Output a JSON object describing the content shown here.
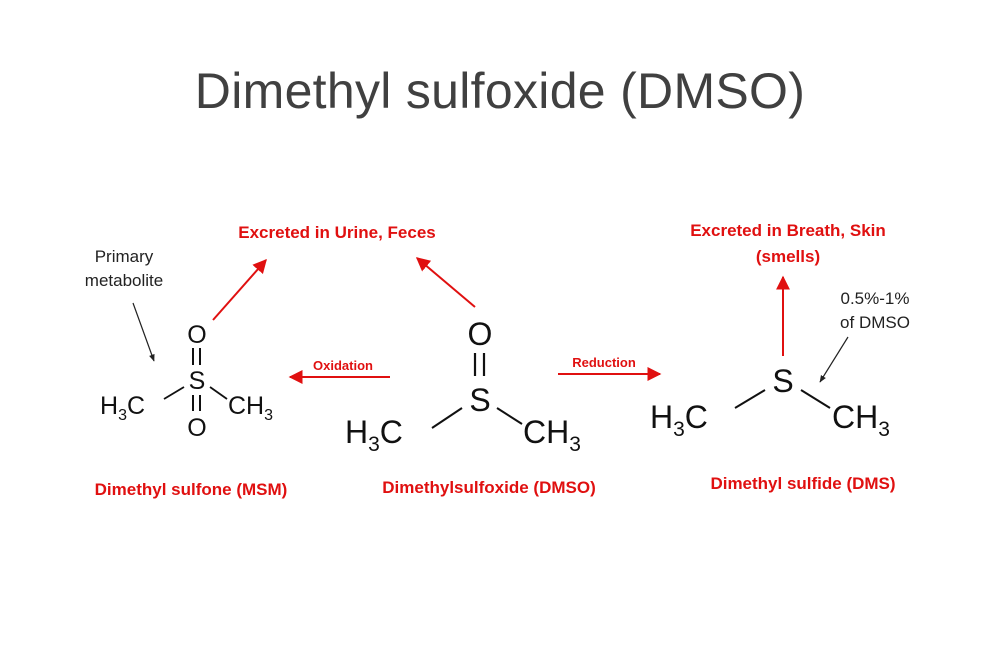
{
  "slide": {
    "title": "Dimethyl sulfoxide (DMSO)"
  },
  "annotations": {
    "excreted_urine": "Excreted in Urine, Feces",
    "excreted_breath_line1": "Excreted in Breath, Skin",
    "excreted_breath_line2": "(smells)",
    "primary_line1": "Primary",
    "primary_line2": "metabolite",
    "percent_line1": "0.5%-1%",
    "percent_line2": "of DMSO",
    "oxidation": "Oxidation",
    "reduction": "Reduction"
  },
  "compounds": {
    "msm": {
      "name": "Dimethyl sulfone  (MSM)",
      "atom_o_top": "O",
      "atom_o_bottom": "O",
      "atom_s": "S",
      "left_group": "H",
      "left_sub": "3",
      "left_tail": "C",
      "right_group": "CH",
      "right_sub": "3"
    },
    "dmso": {
      "name": "Dimethylsulfoxide (DMSO)",
      "atom_o": "O",
      "atom_s": "S",
      "left_group": "H",
      "left_sub": "3",
      "left_tail": "C",
      "right_group": "CH",
      "right_sub": "3"
    },
    "dms": {
      "name": "Dimethyl sulfide (DMS)",
      "atom_s": "S",
      "left_group": "H",
      "left_sub": "3",
      "left_tail": "C",
      "right_group": "CH",
      "right_sub": "3"
    }
  },
  "colors": {
    "accent_red": "#e01010",
    "title_gray": "#404040"
  }
}
